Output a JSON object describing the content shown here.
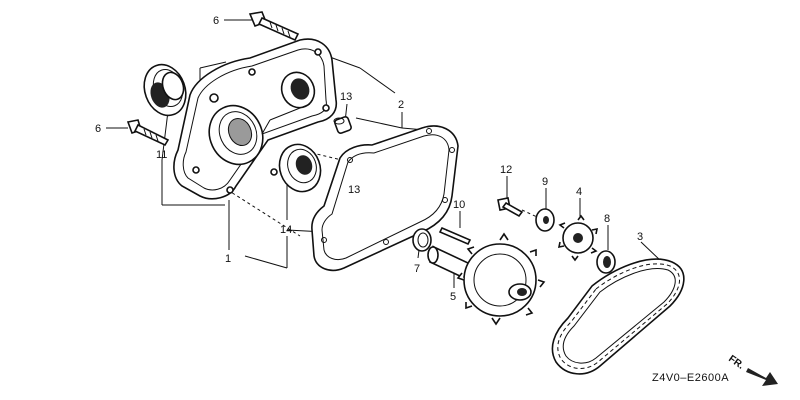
{
  "diagram_code": "Z4V0–E2600A",
  "direction_label": "FR.",
  "icons": [
    "front-direction-arrow-icon"
  ],
  "callouts": [
    {
      "id": "callout-6-top",
      "text": "6"
    },
    {
      "id": "callout-6-left",
      "text": "6"
    },
    {
      "id": "callout-13-top",
      "text": "13"
    },
    {
      "id": "callout-2",
      "text": "2"
    },
    {
      "id": "callout-11",
      "text": "11"
    },
    {
      "id": "callout-13-mid",
      "text": "13"
    },
    {
      "id": "callout-14",
      "text": "14"
    },
    {
      "id": "callout-1",
      "text": "1"
    },
    {
      "id": "callout-12",
      "text": "12"
    },
    {
      "id": "callout-9",
      "text": "9"
    },
    {
      "id": "callout-4",
      "text": "4"
    },
    {
      "id": "callout-10",
      "text": "10"
    },
    {
      "id": "callout-8",
      "text": "8"
    },
    {
      "id": "callout-3",
      "text": "3"
    },
    {
      "id": "callout-7",
      "text": "7"
    },
    {
      "id": "callout-5",
      "text": "5"
    }
  ]
}
